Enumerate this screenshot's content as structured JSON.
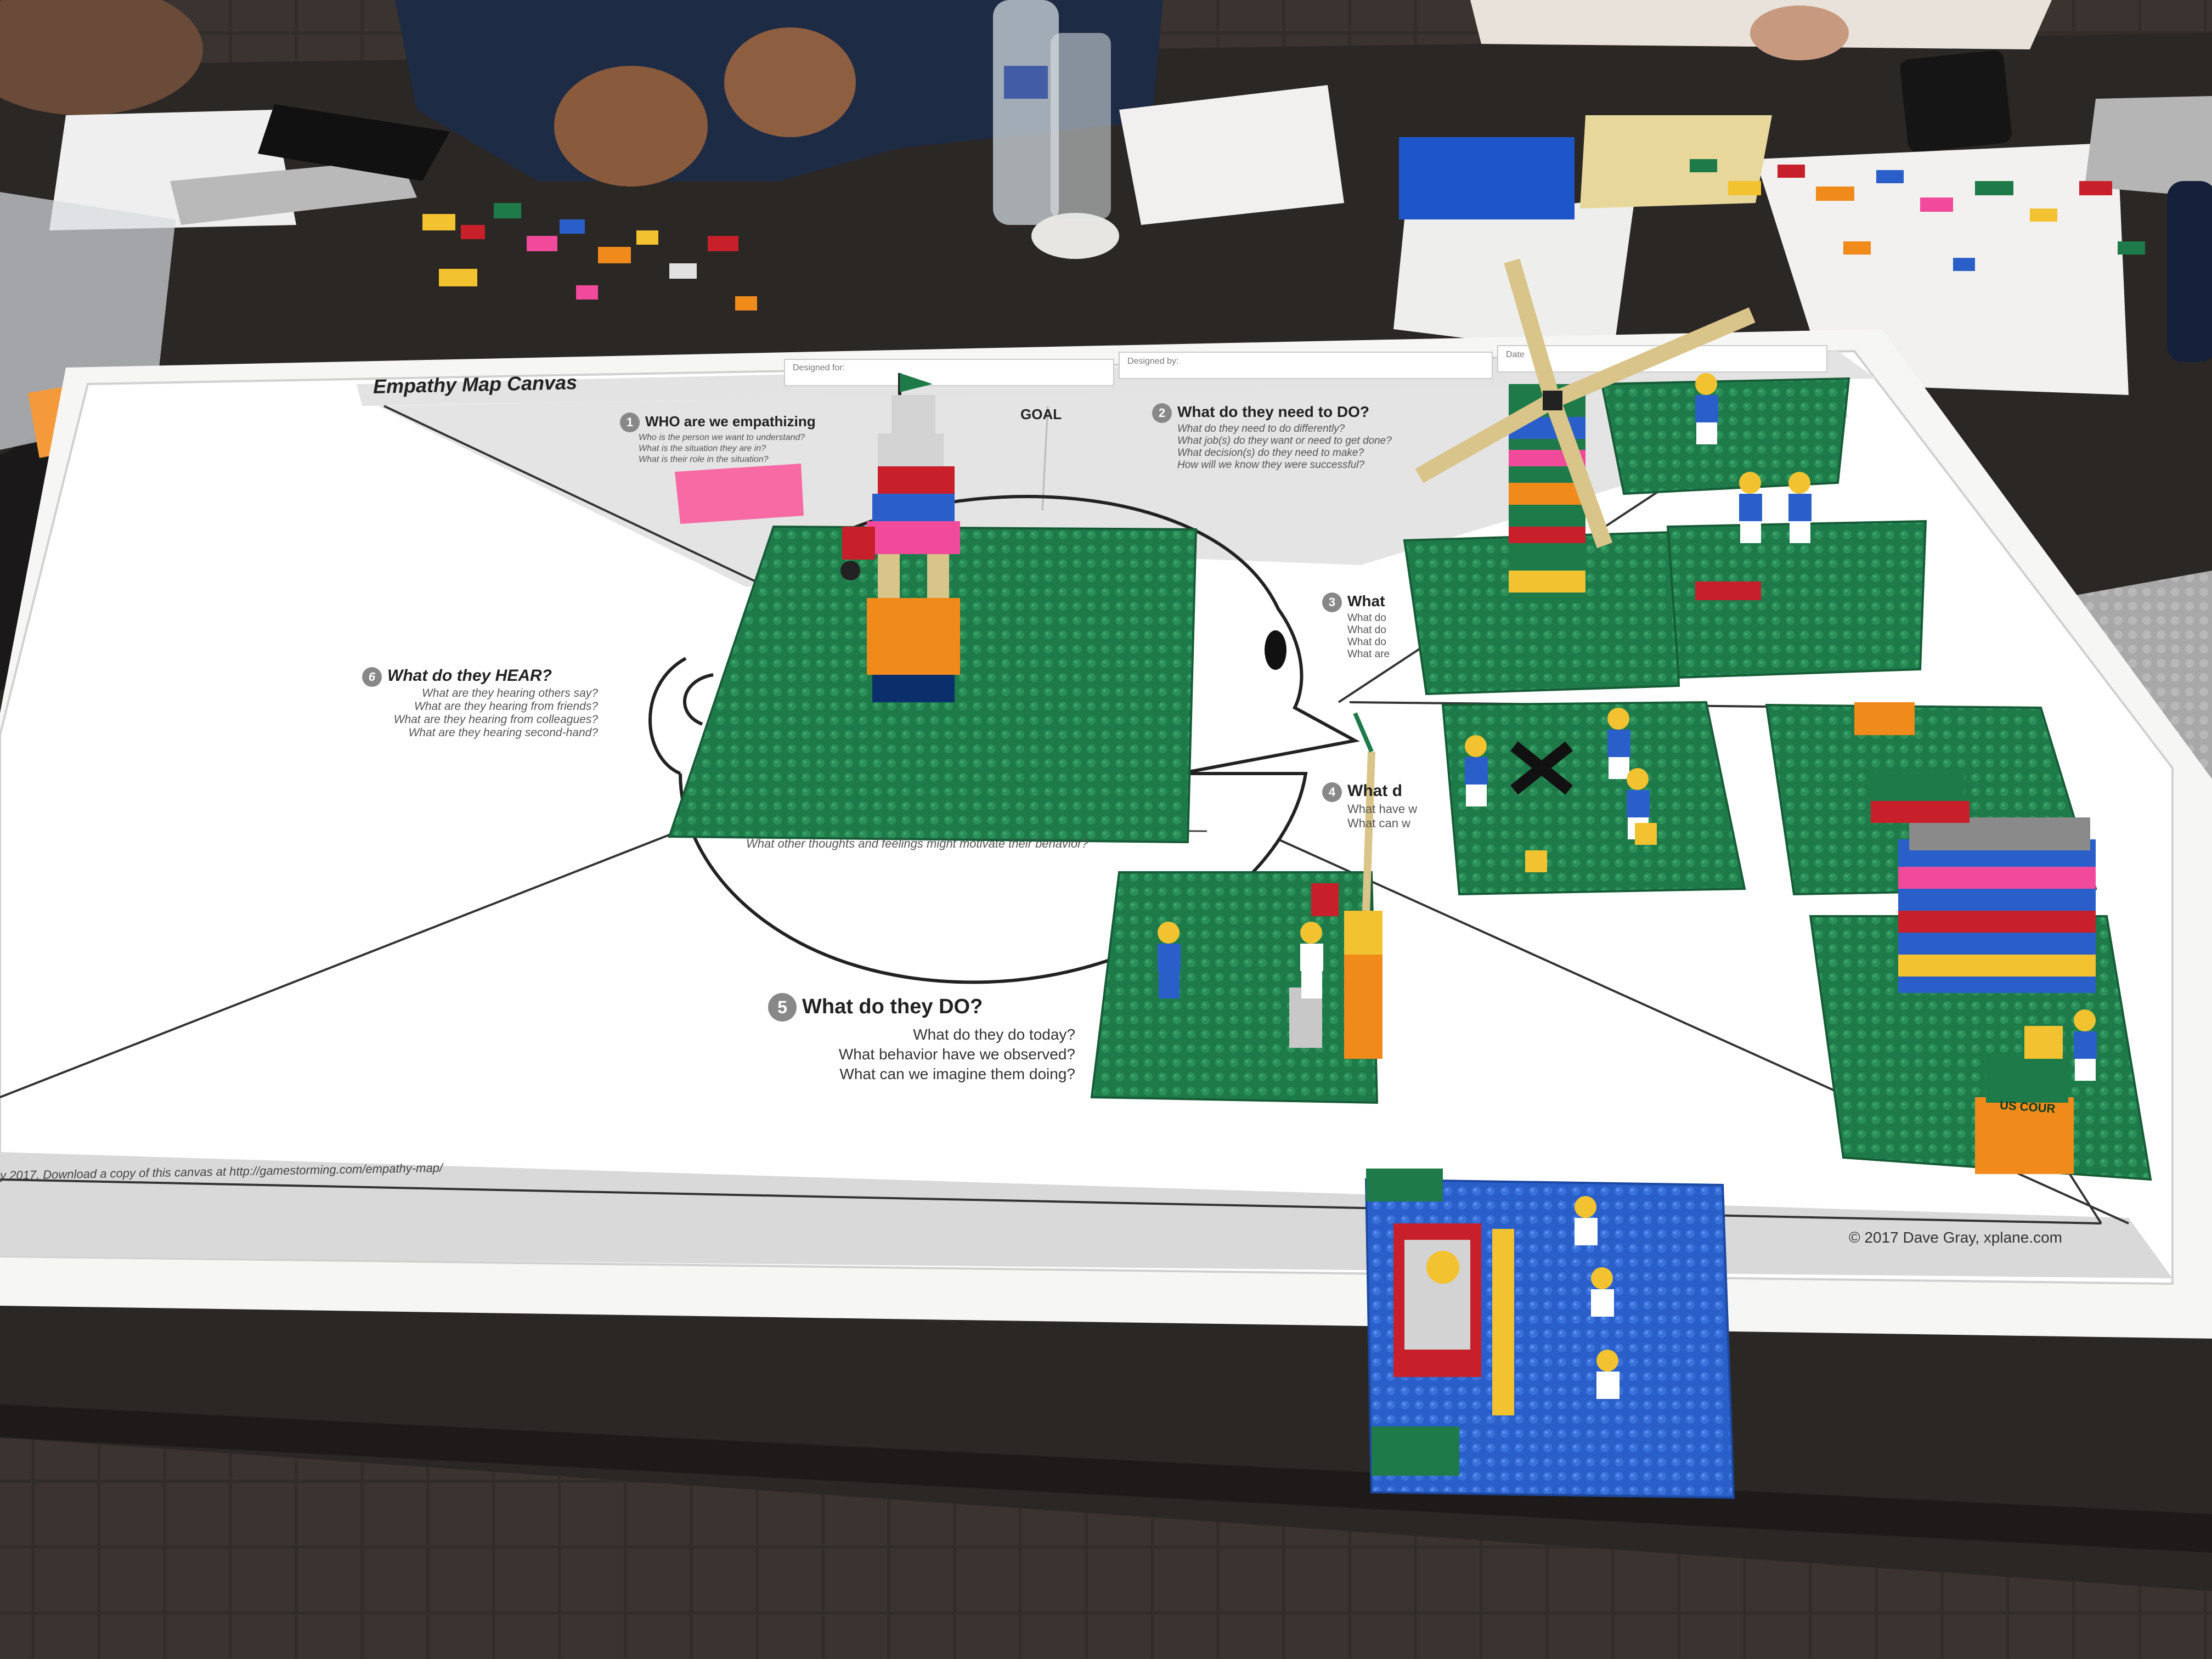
{
  "canvas": {
    "title": "Empathy Map Canvas",
    "fields": {
      "designed_for": "Designed for:",
      "designed_by": "Designed by:",
      "date": "Date"
    },
    "goal": "GOAL",
    "footer_left": "y 2017. Download a copy of this canvas at http://gamestorming.com/empathy-map/",
    "footer_right": "© 2017 Dave Gray, xplane.com"
  },
  "sections": {
    "who": {
      "number": "1",
      "title": "WHO are we empathizing",
      "lines": [
        "Who is the person we want to understand?",
        "What is the situation they are in?",
        "What is their role in the situation?"
      ]
    },
    "do_need": {
      "number": "2",
      "title": "What do they need to DO?",
      "lines": [
        "What do they need to do differently?",
        "What job(s) do they want or need to get done?",
        "What decision(s) do they need to make?",
        "How will we know they were successful?"
      ]
    },
    "see": {
      "number": "3",
      "title": "What",
      "lines": [
        "What do",
        "What do",
        "What do",
        "What are"
      ]
    },
    "say": {
      "number": "4",
      "title": "What d",
      "lines": [
        "What have w",
        "What can w"
      ]
    },
    "do": {
      "number": "5",
      "title": "What do they DO?",
      "lines": [
        "What do they do today?",
        "What behavior have we observed?",
        "What can we imagine them doing?"
      ]
    },
    "hear": {
      "number": "6",
      "title": "What do they HEAR?",
      "lines": [
        "What are they hearing others say?",
        "What are they hearing from friends?",
        "What are they hearing from colleagues?",
        "What are they hearing second-hand?"
      ]
    },
    "think_feel": {
      "line": "What other thoughts and feelings might motivate their behavior?"
    }
  },
  "props": {
    "sticky_note": "",
    "sign_text": "US COUR"
  },
  "colors": {
    "table": "#2a2624",
    "paper": "#f6f6f4",
    "baseplate_green": "#1f7a4a",
    "baseplate_blue": "#2a5fc9",
    "lego_yellow": "#f2c230",
    "lego_red": "#c8202a",
    "lego_orange": "#f08a1a",
    "lego_pink": "#f24a9a",
    "lego_tan": "#d9c489"
  }
}
